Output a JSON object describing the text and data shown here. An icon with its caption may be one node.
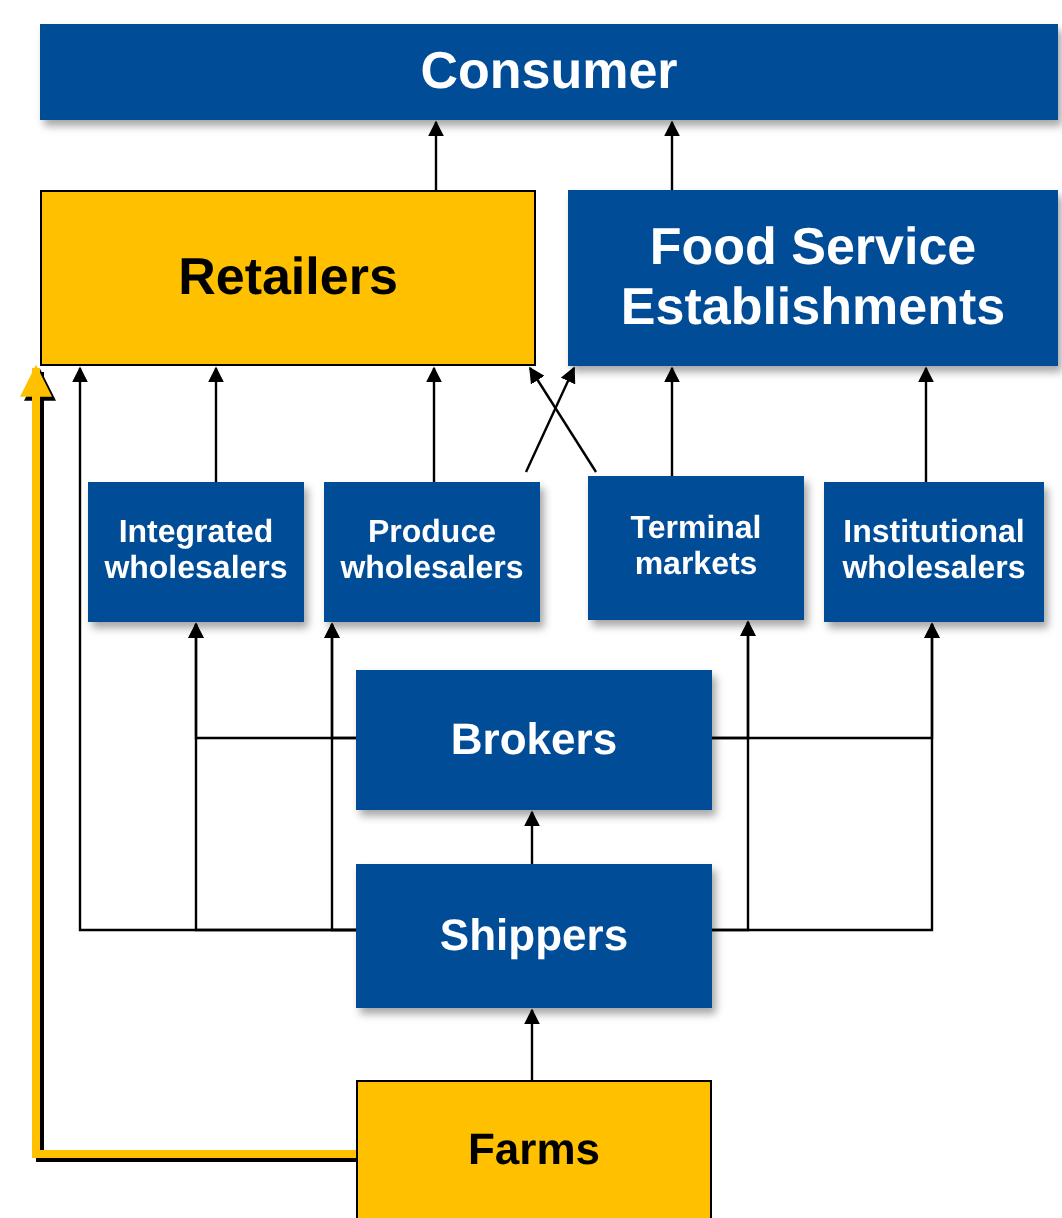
{
  "diagram": {
    "nodes": [
      {
        "text": [
          "Consumer"
        ]
      },
      {
        "text": [
          "Retailers"
        ]
      },
      {
        "text": [
          "Food Service Establishments"
        ]
      },
      {
        "text": [
          "Integrated wholesalers"
        ]
      },
      {
        "text": [
          "Produce wholesalers"
        ]
      },
      {
        "text": [
          "Terminal markets"
        ]
      },
      {
        "text": [
          "Institutional wholesalers"
        ]
      },
      {
        "text": [
          "Brokers"
        ]
      },
      {
        "text": [
          "Shippers"
        ]
      },
      {
        "text": [
          "Farms"
        ]
      }
    ],
    "edges": [
      {
        "from": 1,
        "to": 0,
        "arrow": "to"
      },
      {
        "from": 2,
        "to": 0,
        "arrow": "to"
      },
      {
        "from": 3,
        "to": 1,
        "arrow": "to"
      },
      {
        "from": 4,
        "to": 1,
        "arrow": "to"
      },
      {
        "from": 4,
        "to": 2,
        "arrow": "to"
      },
      {
        "from": 5,
        "to": 1,
        "arrow": "to"
      },
      {
        "from": 5,
        "to": 2,
        "arrow": "to"
      },
      {
        "from": 6,
        "to": 2,
        "arrow": "to"
      },
      {
        "from": 7,
        "to": 3,
        "arrow": "to"
      },
      {
        "from": 7,
        "to": 4,
        "arrow": "to"
      },
      {
        "from": 7,
        "to": 5,
        "arrow": "to"
      },
      {
        "from": 7,
        "to": 6,
        "arrow": "to"
      },
      {
        "from": 8,
        "to": 1,
        "arrow": "to"
      },
      {
        "from": 8,
        "to": 3,
        "arrow": "to"
      },
      {
        "from": 8,
        "to": 4,
        "arrow": "to"
      },
      {
        "from": 8,
        "to": 5,
        "arrow": "to"
      },
      {
        "from": 8,
        "to": 6,
        "arrow": "to"
      },
      {
        "from": 8,
        "to": 7,
        "arrow": "to"
      },
      {
        "from": 9,
        "to": 8,
        "arrow": "to"
      },
      {
        "from": 9,
        "to": 1,
        "arrow": "to",
        "style": "thick",
        "color": "#ffc000"
      }
    ]
  }
}
